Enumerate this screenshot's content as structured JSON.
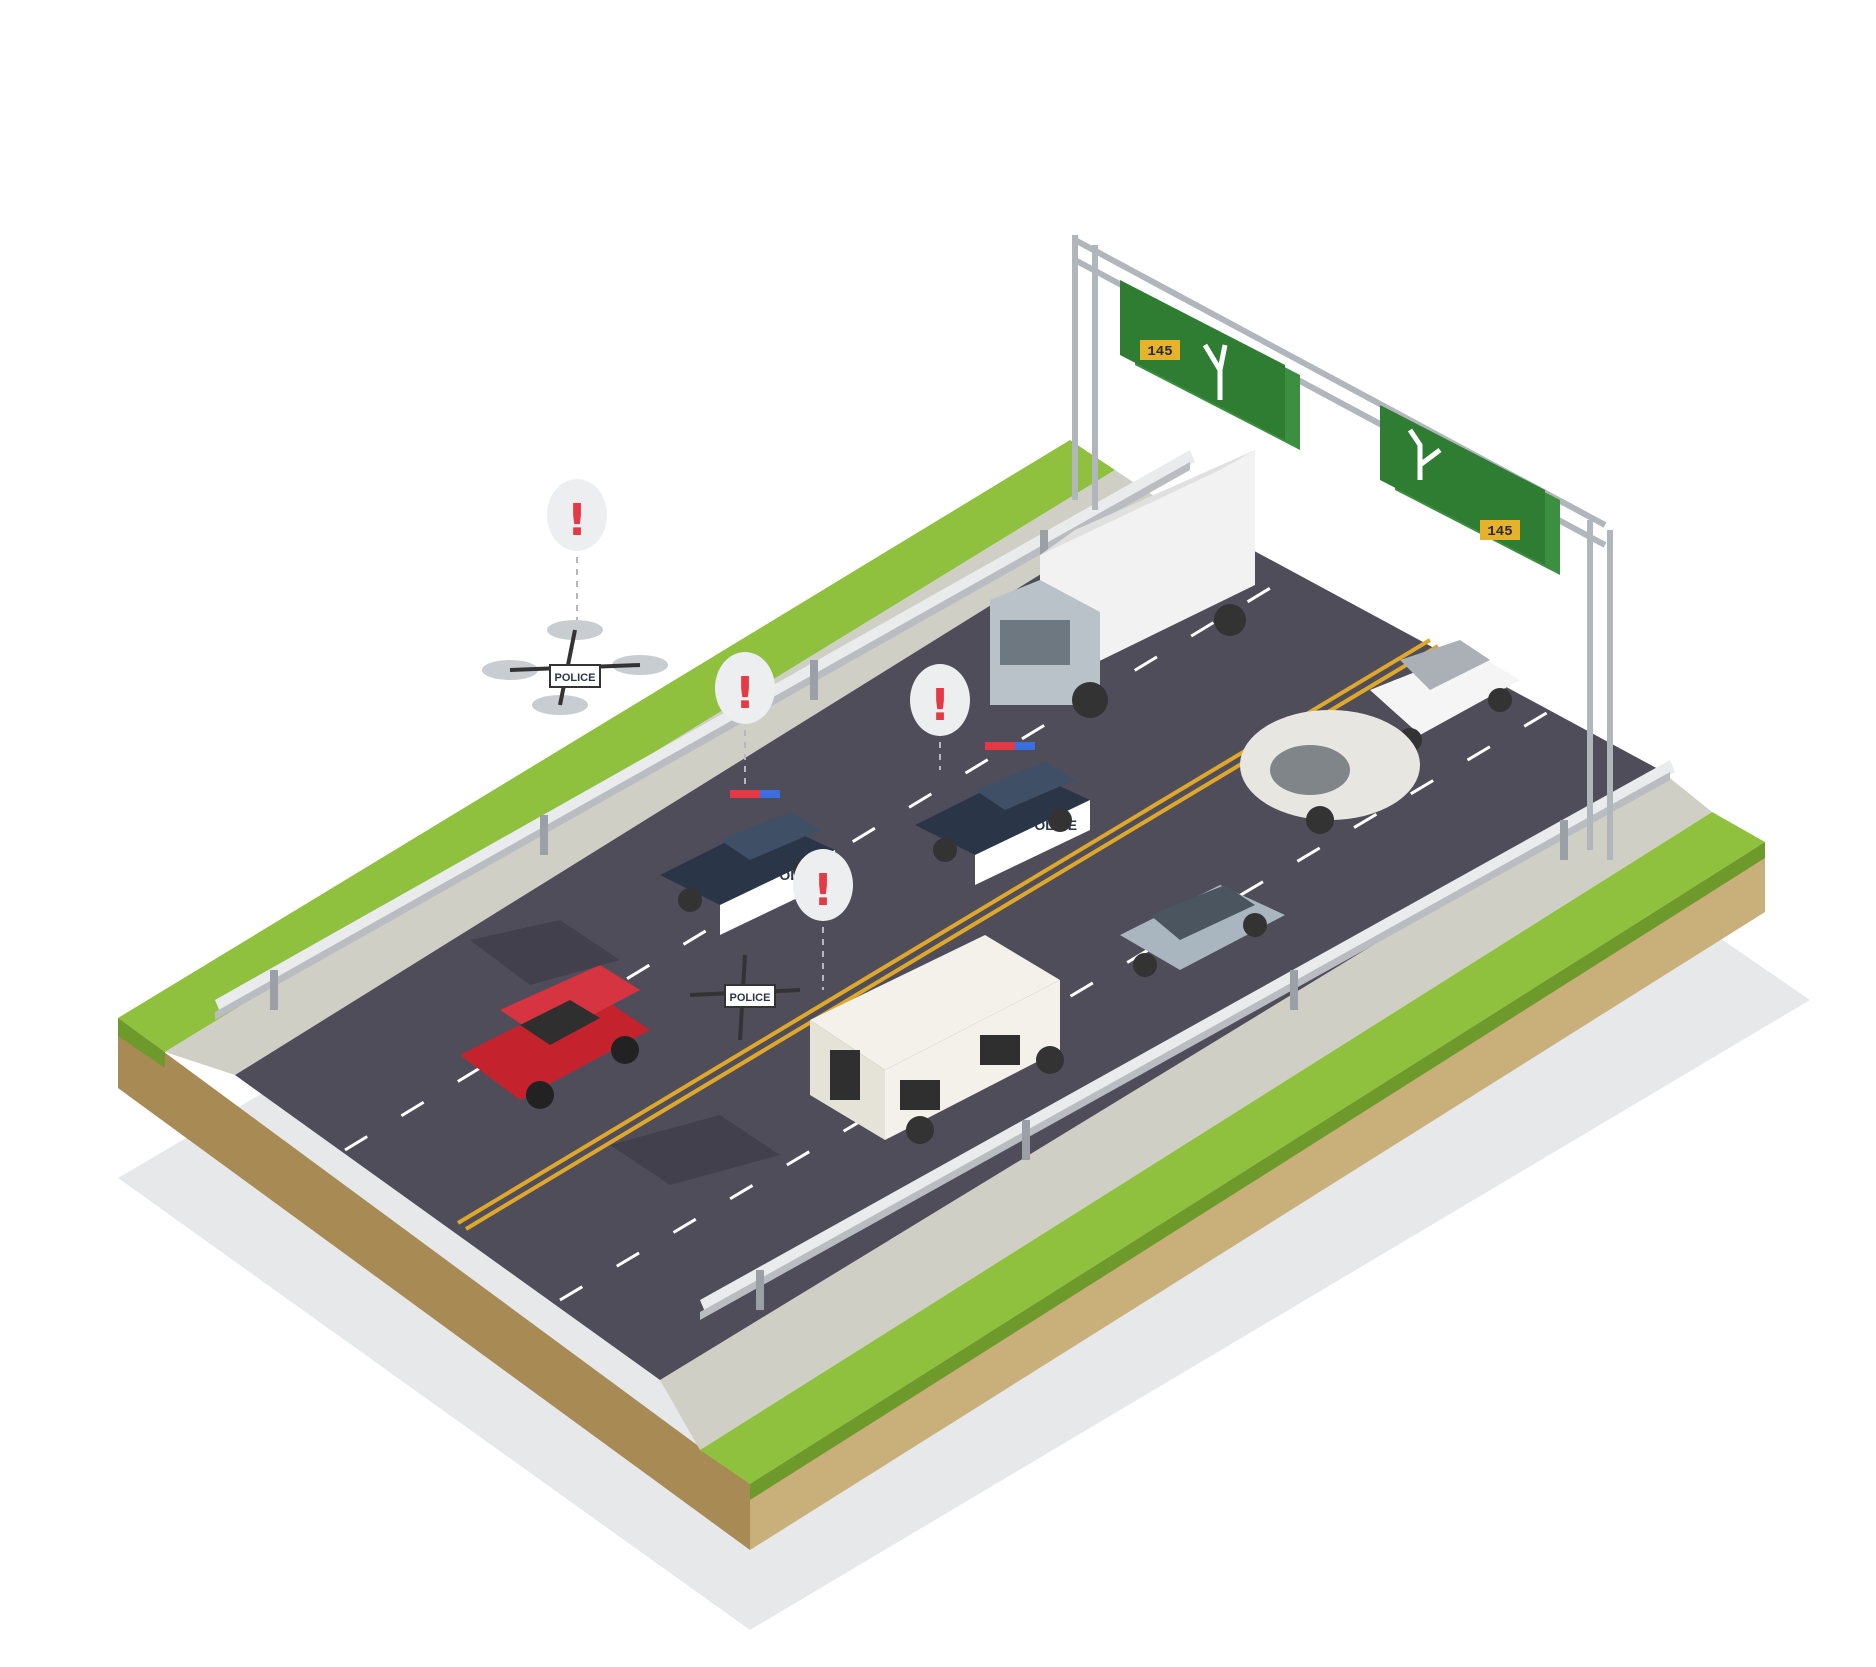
{
  "scene": {
    "subject": "highway-police-drone-patrol",
    "colors": {
      "grass": "#8fc13f",
      "grass_dark": "#6e9a2c",
      "soil_front": "#a88a55",
      "soil_side": "#c9b07a",
      "asphalt": "#4f4d5a",
      "lane_marking": "#ffffff",
      "center_line": "#e0a82a",
      "sign_green": "#2e7d32",
      "alert_red": "#e53945",
      "police_blue": "#2a3648"
    }
  },
  "signs": [
    {
      "number": "145",
      "arrow": "left-fork-icon"
    },
    {
      "number": "145",
      "arrow": "right-fork-icon"
    }
  ],
  "vehicles": {
    "police_label": "POLICE",
    "drone_label": "POLICE"
  },
  "alerts": {
    "symbol": "!"
  }
}
